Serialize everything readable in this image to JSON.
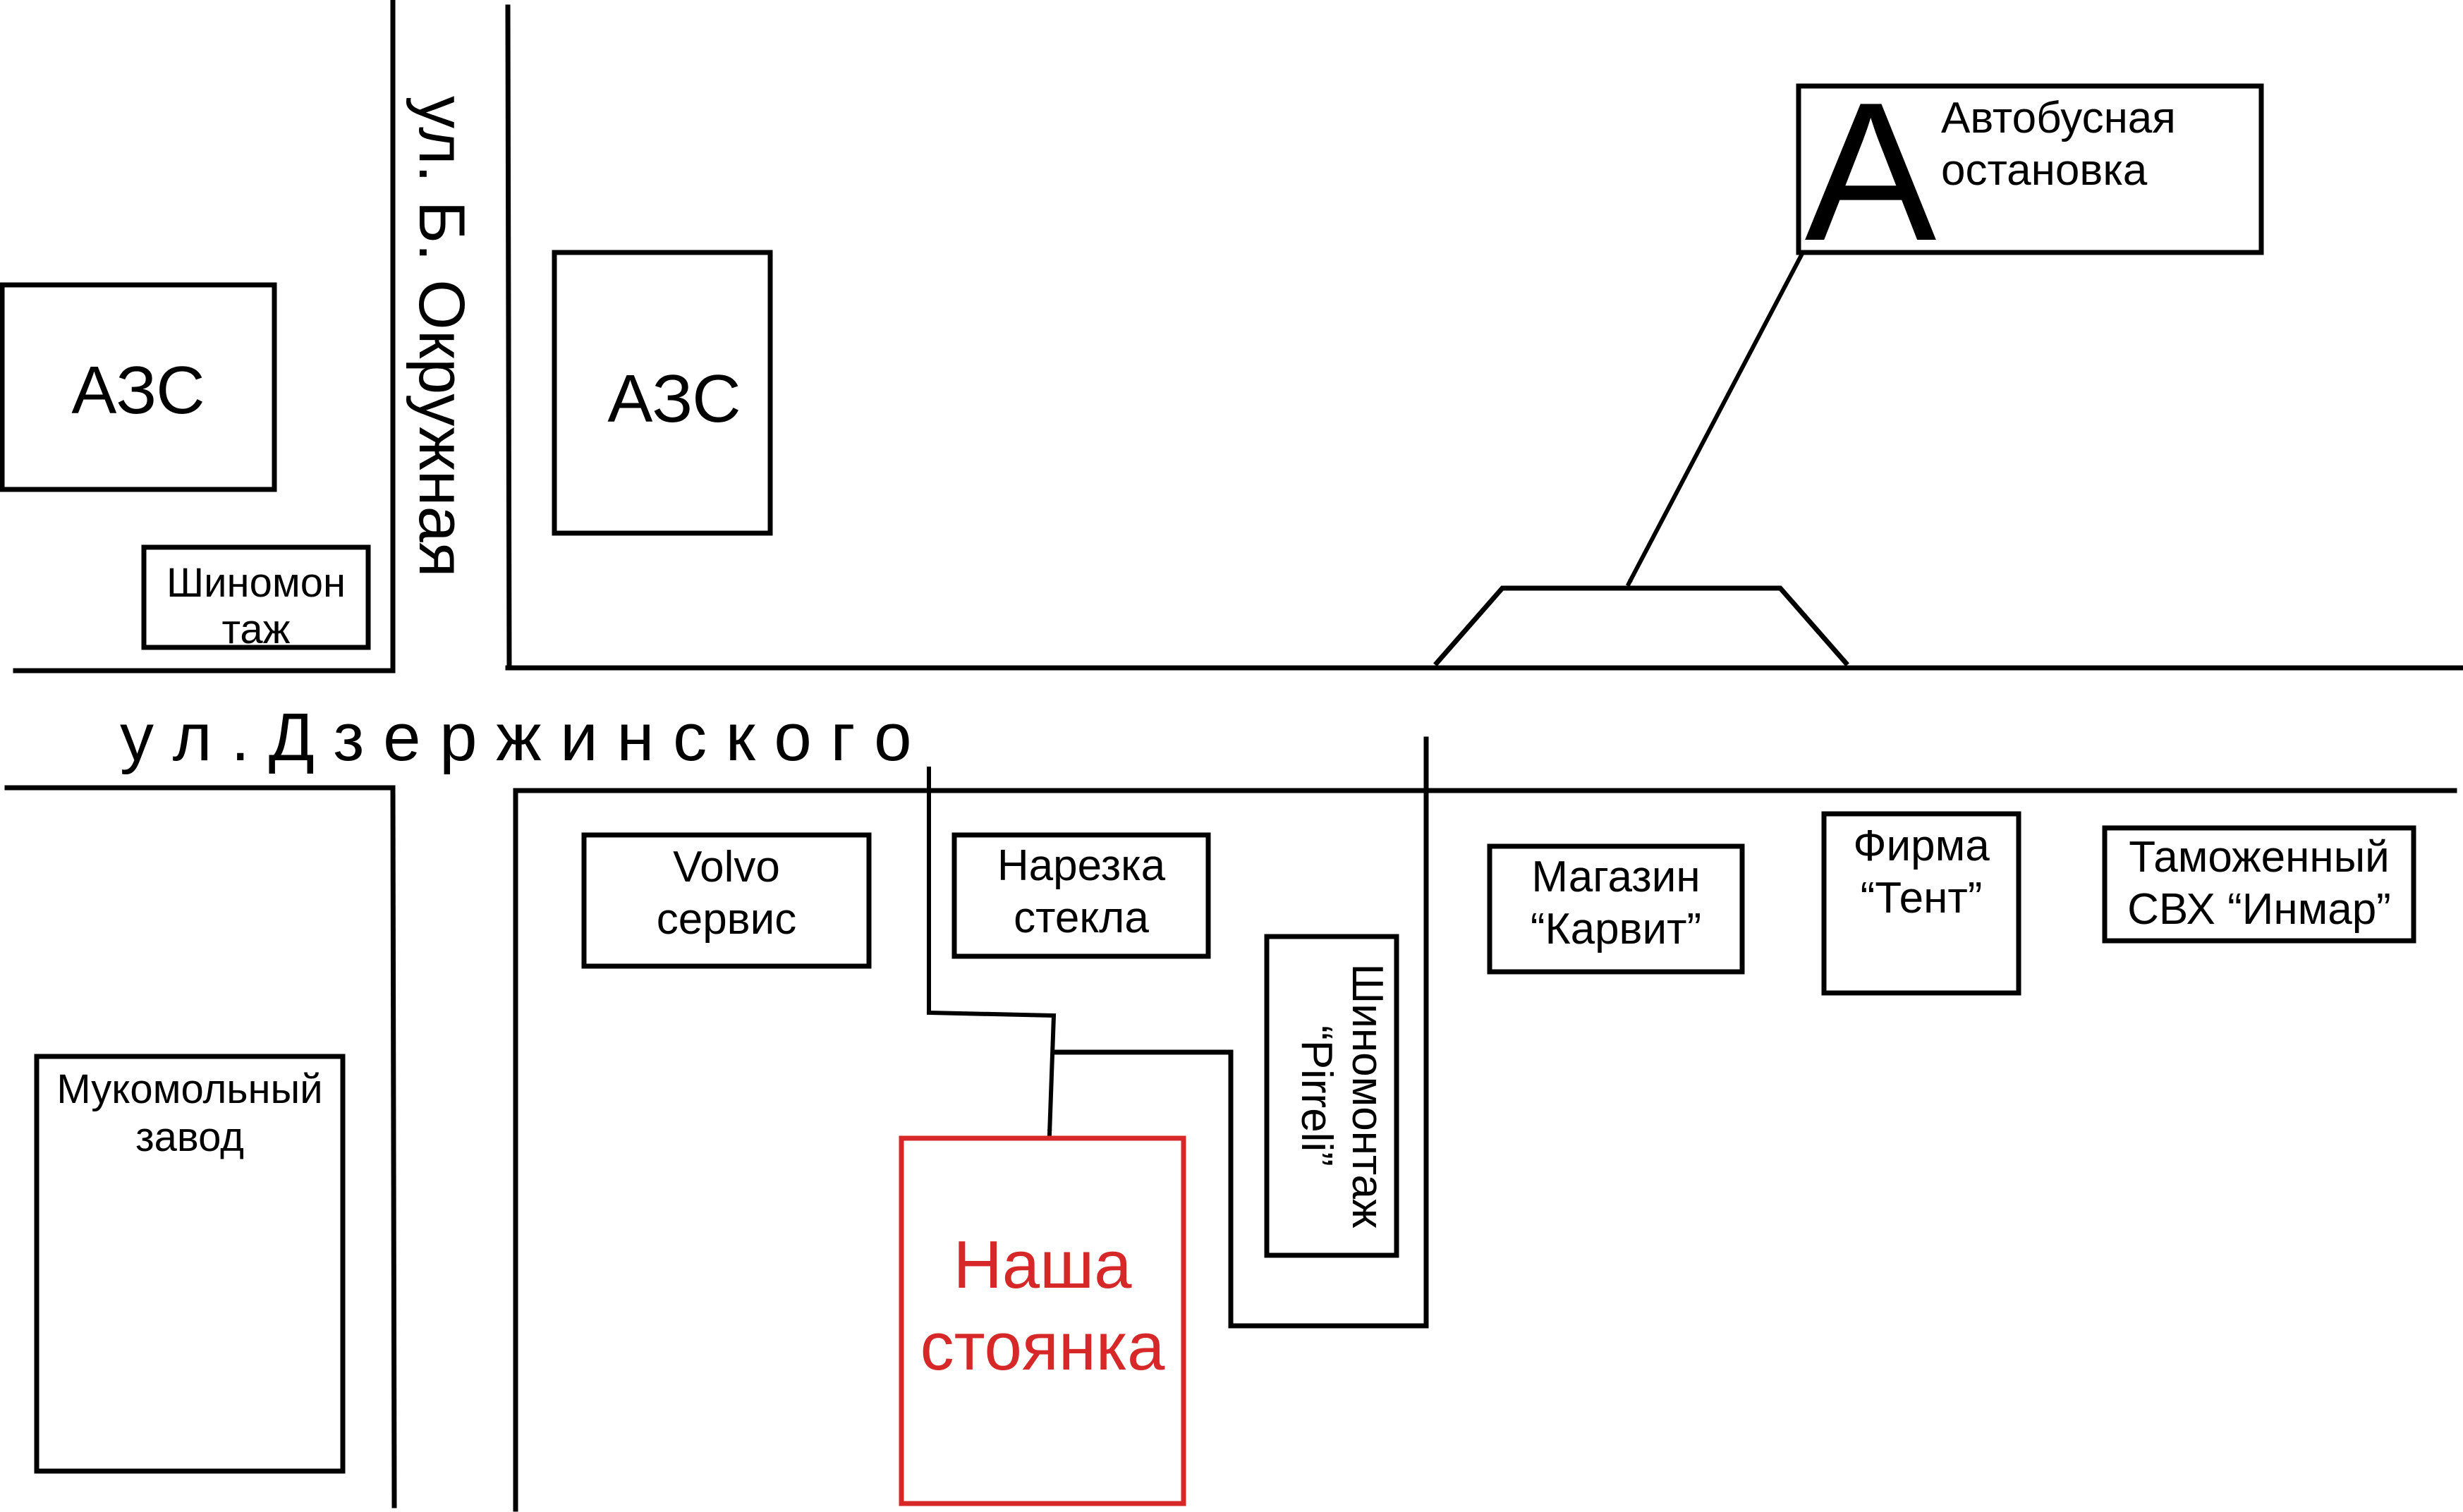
{
  "colors": {
    "ink": "#000000",
    "highlight": "#d62828",
    "background": "#ffffff"
  },
  "streets": {
    "dzerzhinskogo": "у л .   Д з е р ж и н с к о г о",
    "b_okruzhnaya": "ул. Б. Окружная"
  },
  "places": {
    "azs_left": "АЗС",
    "azs_right": "АЗС",
    "shinomontazh_left_line1": "Шиномон",
    "shinomontazh_left_line2": "таж",
    "bus_stop_letter": "А",
    "bus_stop_line1": "Автобусная",
    "bus_stop_line2": "остановка",
    "volvo_line1": "Volvo",
    "volvo_line2": "сервис",
    "glass_line1": "Нарезка",
    "glass_line2": "стекла",
    "pirreli_line1": "Шиномонтаж",
    "pirreli_line2": "“Pirreli”",
    "karvit_line1": "Магазин",
    "karvit_line2": "“Карвит”",
    "tent_line1": "Фирма",
    "tent_line2": "“Тент”",
    "customs_line1": "Таможенный",
    "customs_line2": "СВХ “Инмар”",
    "mill_line1": "Мукомольный",
    "mill_line2": "завод",
    "parking_line1": "Наша",
    "parking_line2": "стоянка"
  }
}
